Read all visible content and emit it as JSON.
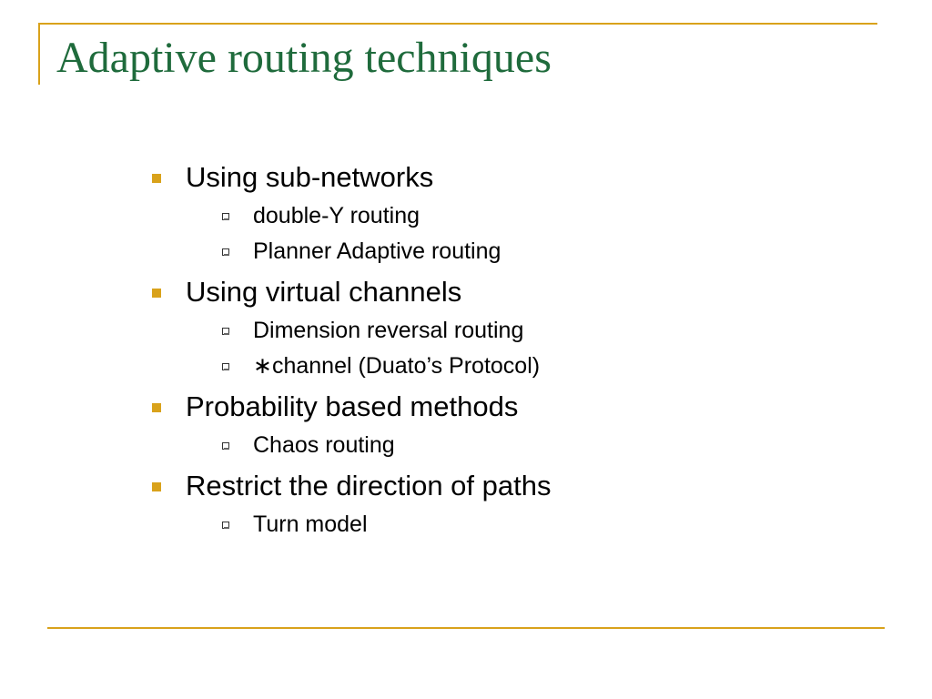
{
  "slide": {
    "title": "Adaptive routing techniques",
    "accent_color": "#d9a21b",
    "title_color": "#1f6b3c",
    "bullets": [
      {
        "text": "Using sub-networks",
        "sub": [
          "double-Y  routing",
          "Planner  Adaptive  routing"
        ]
      },
      {
        "text": "Using virtual channels",
        "sub": [
          "Dimension reversal routing",
          " ∗channel  (Duato’s  Protocol)"
        ]
      },
      {
        "text": "Probability based methods",
        "sub": [
          "Chaos  routing"
        ]
      },
      {
        "text": "Restrict the direction of paths",
        "sub": [
          "Turn model"
        ]
      }
    ]
  }
}
